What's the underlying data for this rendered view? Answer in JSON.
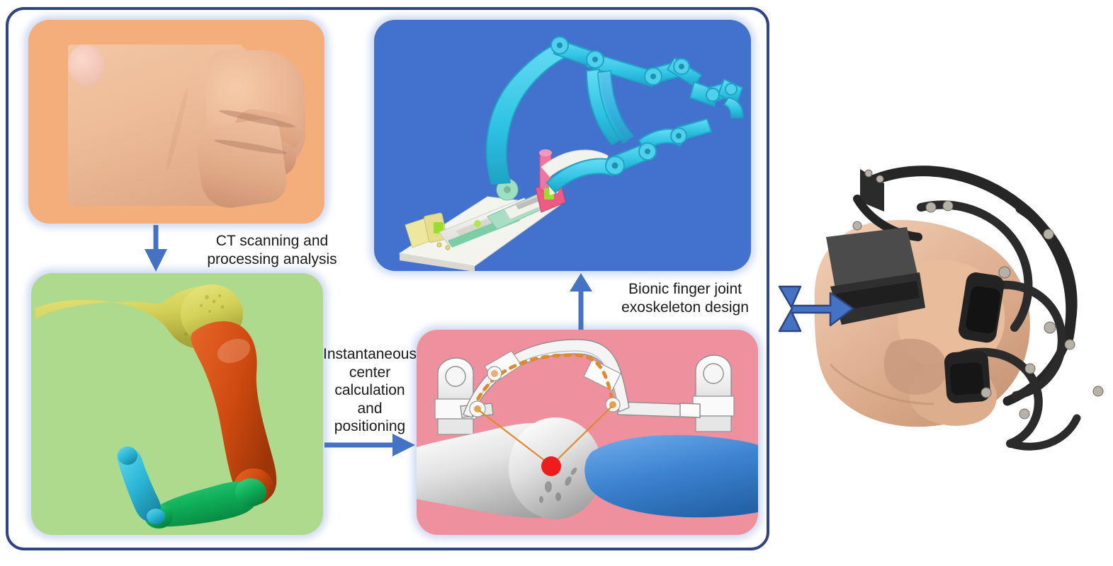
{
  "figure": {
    "frame_color": "#2F4480",
    "background": "#ffffff"
  },
  "panels": [
    {
      "id": "hand-photo",
      "name": "clenched fist photograph",
      "bg": "#F4AE7B"
    },
    {
      "id": "bone-model",
      "name": "CT segmented finger bone model",
      "bg": "#AEDA8E"
    },
    {
      "id": "cad-model",
      "name": "CAD exoskeleton mechanism rendering",
      "bg": "#4272CE"
    },
    {
      "id": "icr-diagram",
      "name": "instantaneous center diagram",
      "bg": "#EF909E"
    },
    {
      "id": "prototype",
      "name": "worn exoskeleton prototype photo",
      "bg": "#ffffff"
    }
  ],
  "captions": {
    "ct": "CT scanning and\nprocessing analysis",
    "icr": "Instantaneous\ncenter\ncalculation\nand\npositioning",
    "bionic": "Bionic finger joint\nexoskeleton design"
  },
  "arrows": {
    "color": "#4472C4",
    "outline": "#2F4480",
    "down": "hand-photo to bone-model",
    "right": "bone-model to icr-diagram",
    "up": "icr-diagram to cad-model",
    "block_right": "frame to prototype"
  },
  "bones": {
    "segments": [
      {
        "label": "metacarpal",
        "color": "#D1CE55"
      },
      {
        "label": "proximal phalanx",
        "color": "#D1490F"
      },
      {
        "label": "middle phalanx",
        "color": "#0FA855"
      },
      {
        "label": "distal phalanx",
        "color": "#2BB6D6"
      }
    ]
  },
  "icr": {
    "center_marker_color": "#EE1C1C",
    "track_color": "#E08A2E",
    "link_color": "#E08A2E",
    "proximal_bone_color": "#D8D8D8",
    "distal_bone_color": "#3D84D1"
  },
  "cad": {
    "link_color": "#31C4E3",
    "base_color": "#F2F2EE",
    "slider_green": "#8FD9B2",
    "actuator_pink": "#EE5A86",
    "clamp_yellow": "#EDE7A0"
  }
}
